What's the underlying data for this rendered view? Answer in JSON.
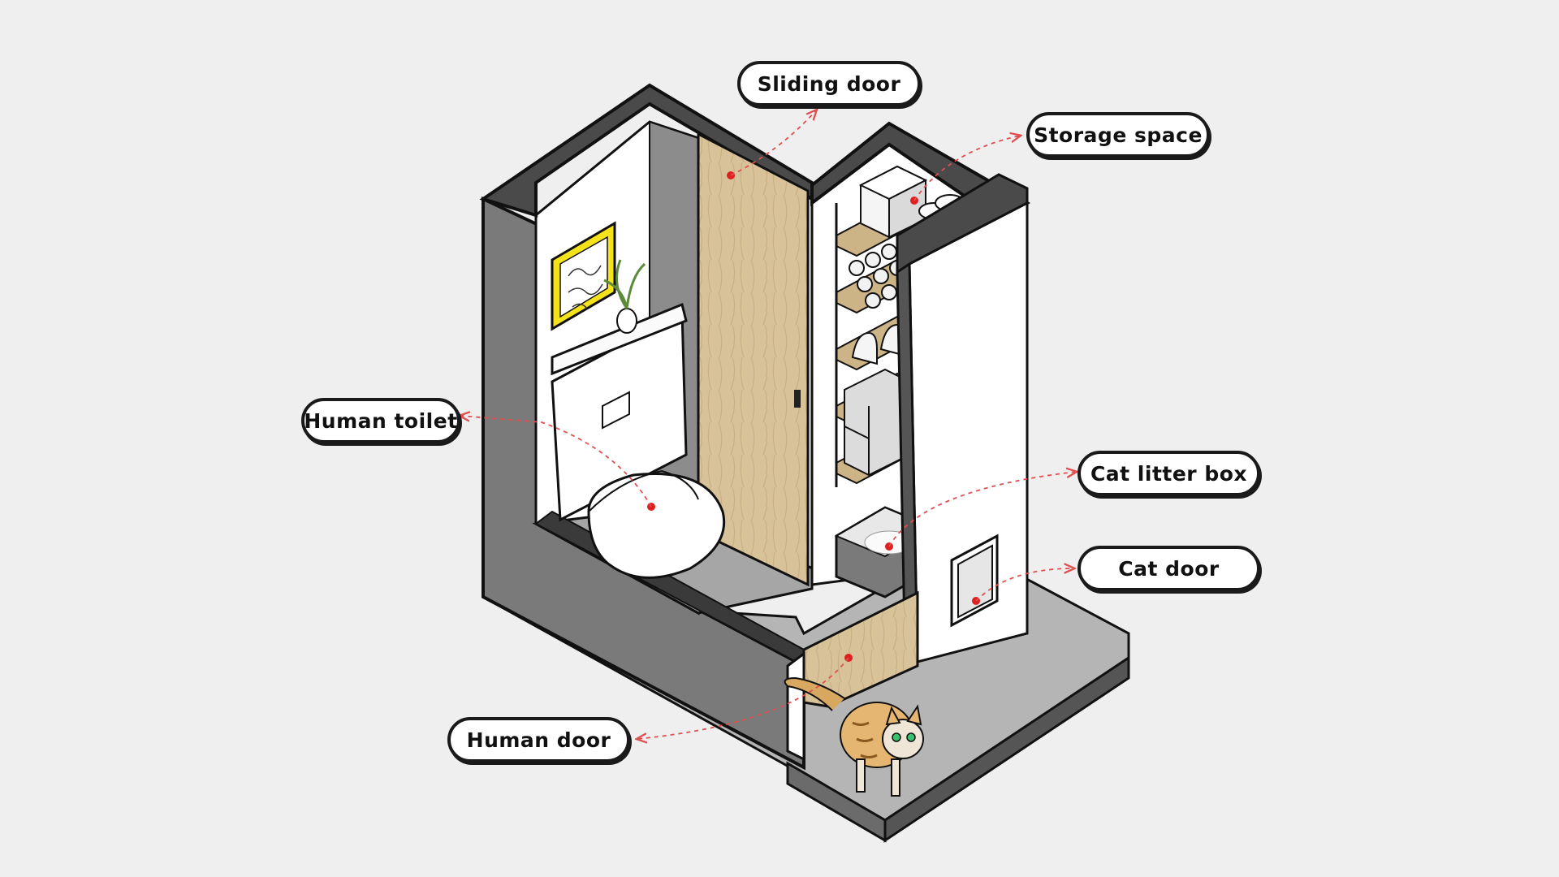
{
  "callouts": {
    "sliding_door": "Sliding door",
    "storage_space": "Storage space",
    "human_toilet": "Human toilet",
    "cat_litter_box": "Cat litter box",
    "cat_door": "Cat door",
    "human_door": "Human door"
  },
  "colors": {
    "background": "#efefef",
    "wall_top": "#4a4a4a",
    "wall_side": "#7d7d7d",
    "floor": "#9e9e9e",
    "wood": "#d8c29a",
    "leader_line": "#e05050",
    "frame_yellow": "#f4e21a"
  }
}
